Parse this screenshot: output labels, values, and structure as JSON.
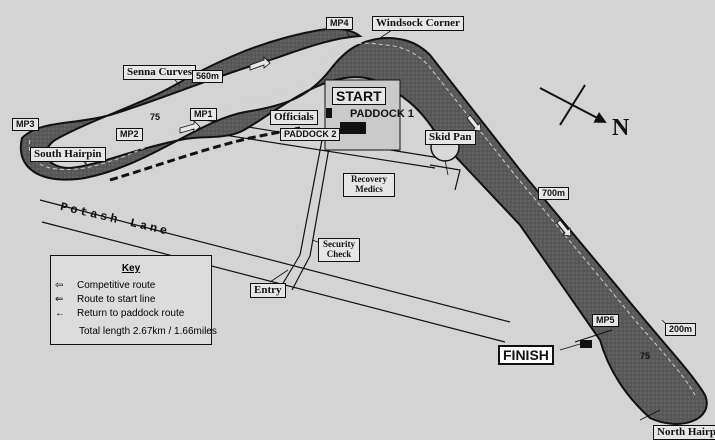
{
  "title_text": "",
  "compass": {
    "letter": "N",
    "icon": "north-arrow-icon"
  },
  "labels": {
    "mp4": "MP4",
    "windsock_corner": "Windsock Corner",
    "senna_curves": "Senna Curves",
    "dist_560": "560m",
    "mp1": "MP1",
    "mp2": "MP2",
    "mp3": "MP3",
    "speed_75_left": "75",
    "south_hairpin": "South Hairpin",
    "start": "START",
    "officials": "Officials",
    "paddock1": "PADDOCK 1",
    "paddock2": "PADDOCK 2",
    "skid_pan": "Skid Pan",
    "recovery_medics": "Recovery Medics",
    "dist_700": "700m",
    "potash_lane": "Potash Lane",
    "security_check": "Security Check",
    "entry": "Entry",
    "finish": "FINISH",
    "mp5": "MP5",
    "dist_200": "200m",
    "speed_75_right": "75",
    "north_hairpin": "North Hairpin"
  },
  "key": {
    "title": "Key",
    "items": [
      {
        "label": "Competitive route",
        "icon": "open-arrow-icon"
      },
      {
        "label": "Route to start line",
        "icon": "double-arrow-icon"
      },
      {
        "label": "Return to paddock route",
        "icon": "thin-arrow-icon"
      }
    ],
    "total": "Total length 2.67km / 1.66miles"
  },
  "colors": {
    "background": "#d4d4d4",
    "track": "#5a5a5a",
    "ink": "#111111"
  }
}
